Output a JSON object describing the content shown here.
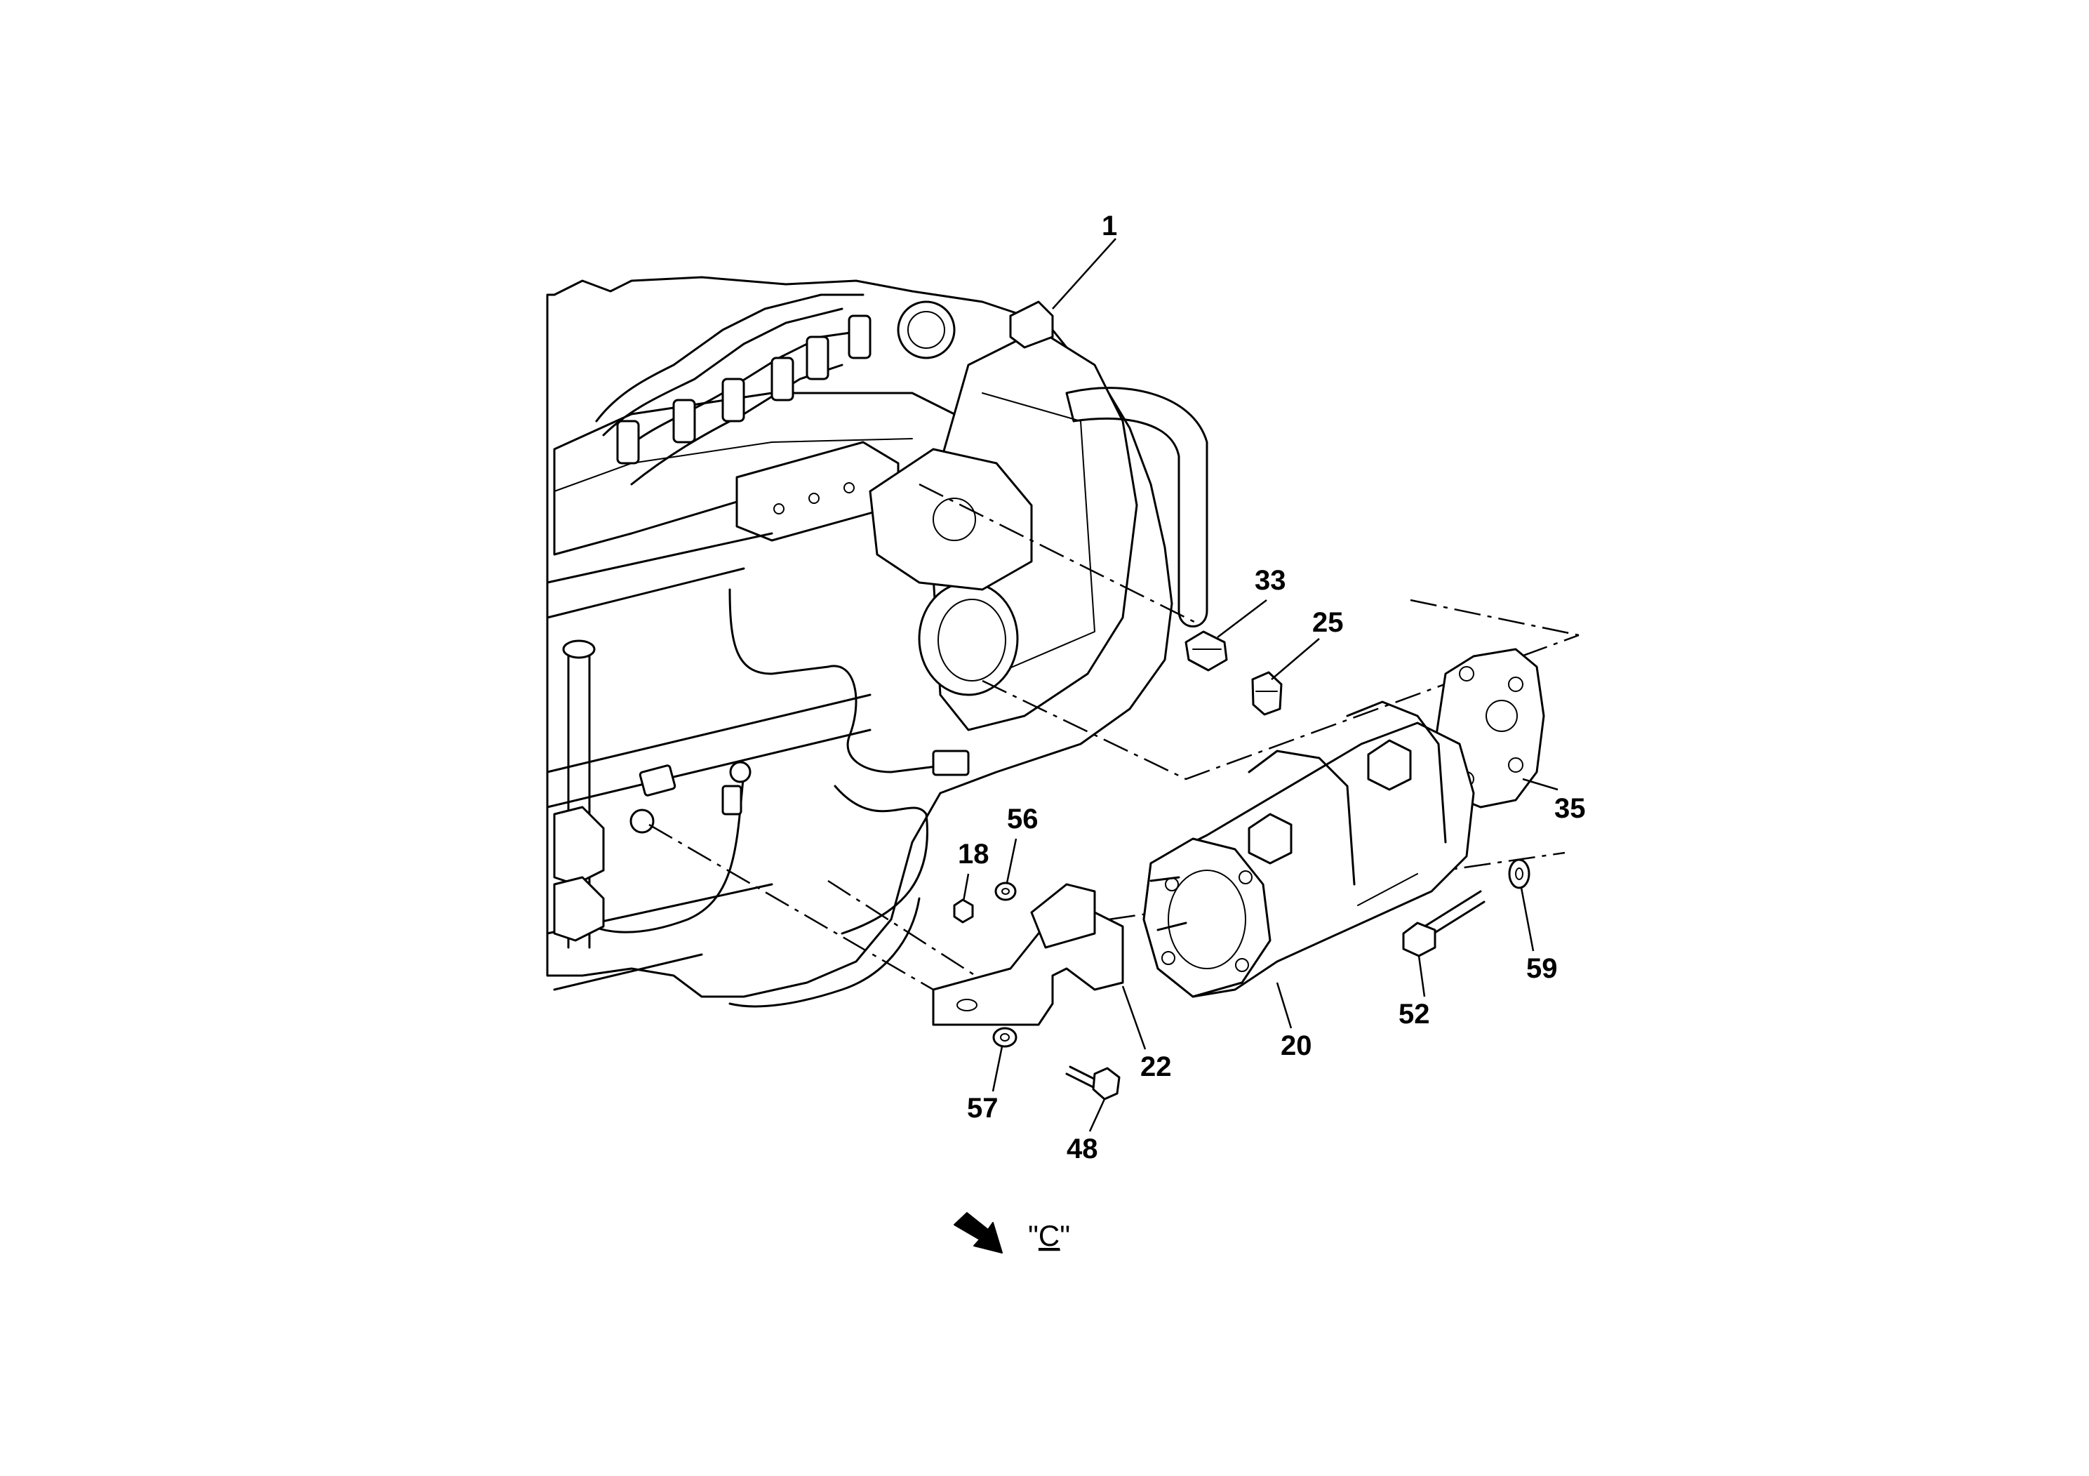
{
  "diagram": {
    "callouts": [
      {
        "id": "1",
        "label": "1"
      },
      {
        "id": "33",
        "label": "33"
      },
      {
        "id": "25",
        "label": "25"
      },
      {
        "id": "35",
        "label": "35"
      },
      {
        "id": "56",
        "label": "56"
      },
      {
        "id": "18",
        "label": "18"
      },
      {
        "id": "59",
        "label": "59"
      },
      {
        "id": "52",
        "label": "52"
      },
      {
        "id": "20",
        "label": "20"
      },
      {
        "id": "22",
        "label": "22"
      },
      {
        "id": "57",
        "label": "57"
      },
      {
        "id": "48",
        "label": "48"
      }
    ],
    "view_arrow": {
      "icon": "view-direction-arrow-icon",
      "label_prefix": "\"",
      "label_letter": "C",
      "label_suffix": "\""
    },
    "line_color": "#000000",
    "background_color": "#ffffff"
  }
}
